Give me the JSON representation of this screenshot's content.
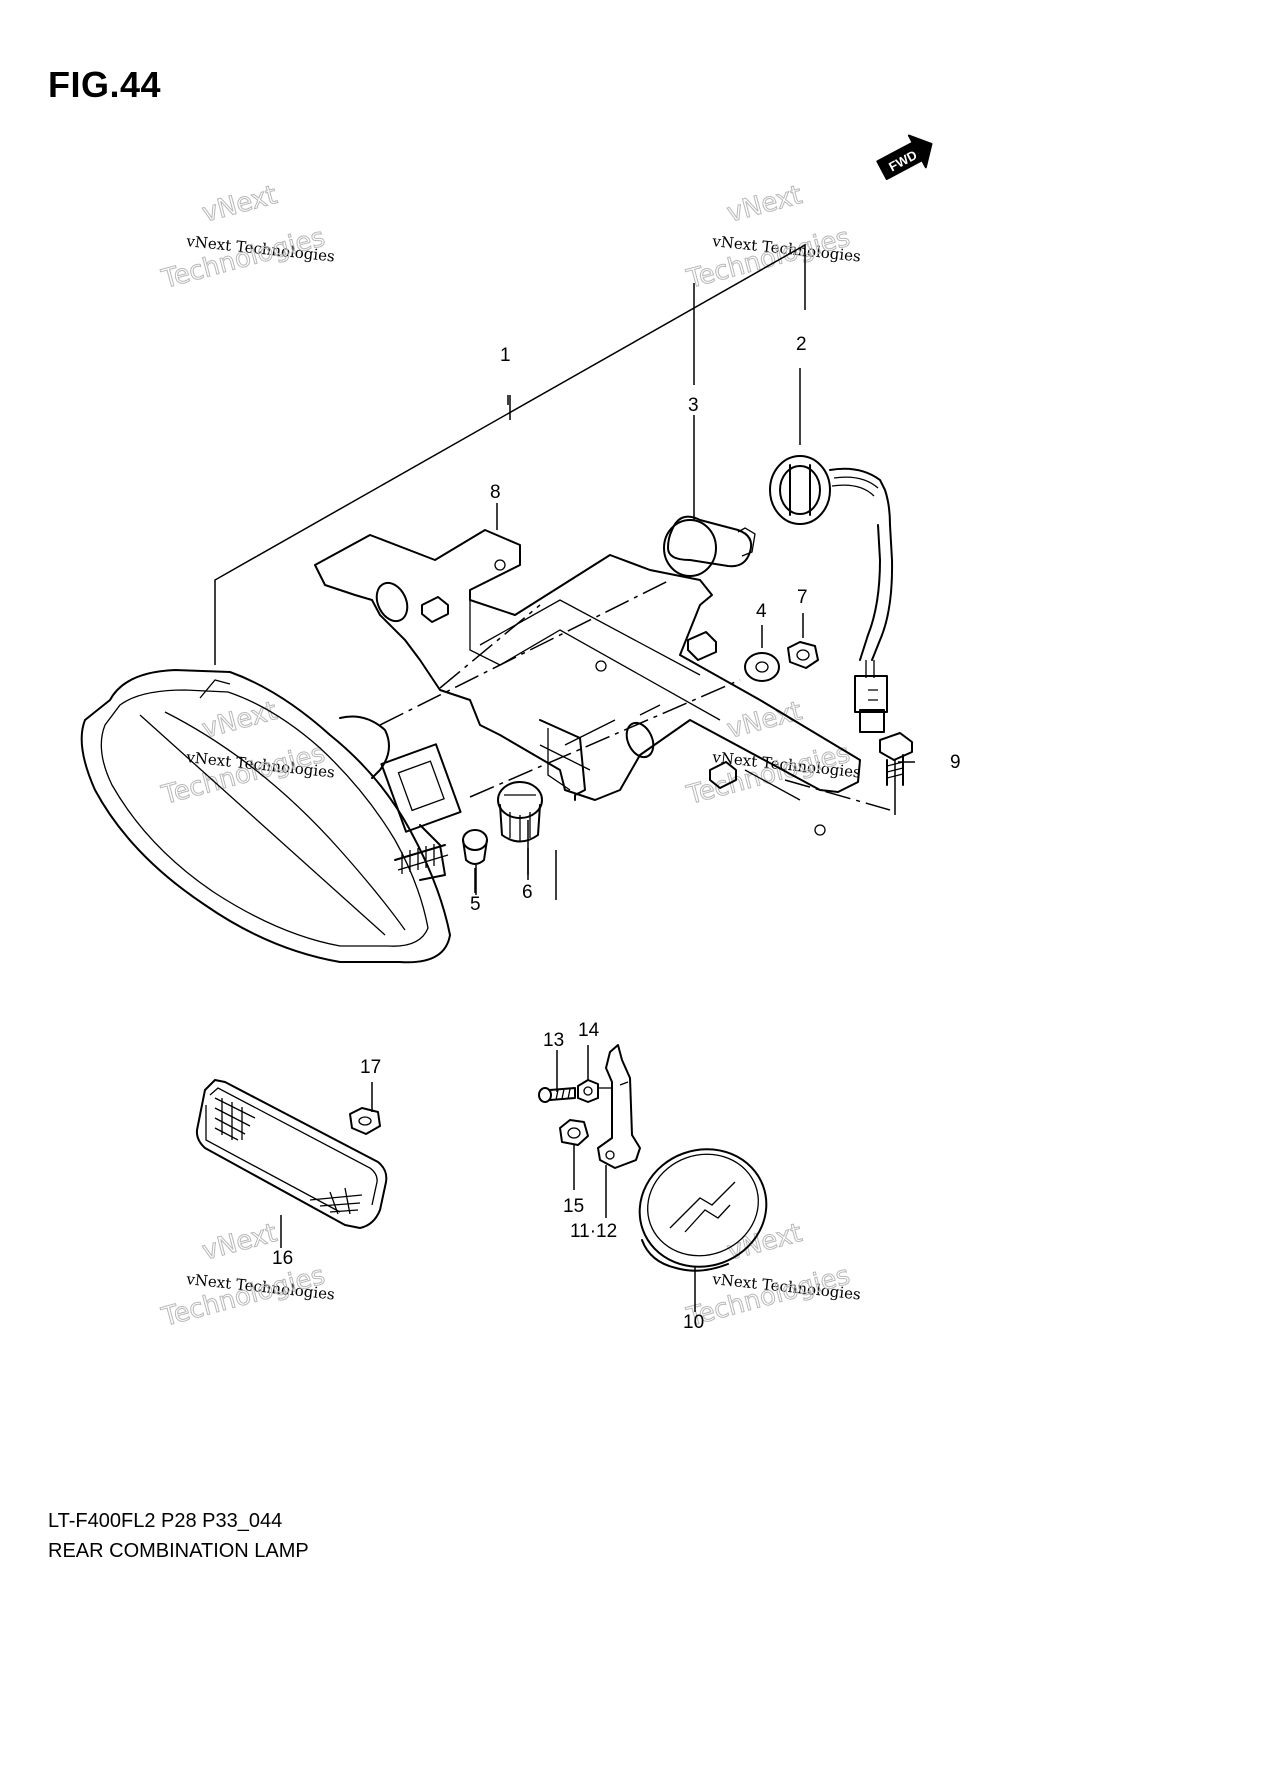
{
  "figure": {
    "title": "FIG.44",
    "fwd_label": "FWD"
  },
  "callouts": {
    "c1": "1",
    "c2": "2",
    "c3": "3",
    "c4": "4",
    "c5": "5",
    "c6": "6",
    "c7": "7",
    "c8": "8",
    "c9": "9",
    "c10": "10",
    "c11_12": "11·12",
    "c13": "13",
    "c14": "14",
    "c15": "15",
    "c16": "16",
    "c17": "17"
  },
  "watermark": {
    "line1": "vNext",
    "line2": "vNext Technologies",
    "line3": "Technologies"
  },
  "footer": {
    "model_code": "LT-F400FL2 P28 P33_044",
    "section_name": "REAR COMBINATION LAMP"
  }
}
